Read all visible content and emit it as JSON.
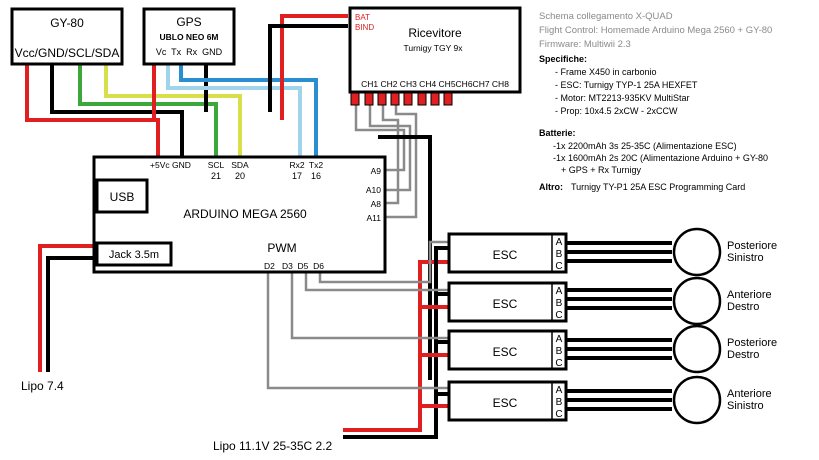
{
  "modules": {
    "gy80": {
      "title": "GY-80",
      "pins": "Vcc/GND/SCL/SDA"
    },
    "gps": {
      "title": "GPS",
      "model": "UBLO NEO 6M",
      "pins": "Vc  Tx  Rx  GND"
    },
    "receiver": {
      "bat": "BAT",
      "bind": "BIND",
      "title": "Ricevitore",
      "model": "Turnigy TGY 9x",
      "channels": "CH1 CH2 CH3 CH4 CH5CH6CH7 CH8"
    },
    "arduino": {
      "title": "ARDUINO MEGA 2560",
      "usb": "USB",
      "jack": "Jack 3.5m",
      "pwm": "PWM",
      "pwm_pins": "D2   D3  D5  D6",
      "power_pins": "+5Vc GND",
      "scl": "SCL",
      "sda": "SDA",
      "scl_num": "21",
      "sda_num": "20",
      "rx2": "Rx2",
      "tx2": "Tx2",
      "rx2_num": "17",
      "tx2_num": "16",
      "a9": "A9",
      "a10": "A10",
      "a8": "A8",
      "a11": "A11"
    }
  },
  "escs": [
    {
      "label": "ESC",
      "a": "A",
      "b": "B",
      "c": "C",
      "motor": "Posteriore\nSinistro"
    },
    {
      "label": "ESC",
      "a": "A",
      "b": "B",
      "c": "C",
      "motor": "Anteriore\nDestro"
    },
    {
      "label": "ESC",
      "a": "A",
      "b": "B",
      "c": "C",
      "motor": "Posteriore\nDestro"
    },
    {
      "label": "ESC",
      "a": "A",
      "b": "B",
      "c": "C",
      "motor": "Anteriore\nSinistro"
    }
  ],
  "motor_labels": [
    [
      "Posteriore",
      "Sinistro"
    ],
    [
      "Anteriore",
      "Destro"
    ],
    [
      "Posteriore",
      "Destro"
    ],
    [
      "Anteriore",
      "Sinistro"
    ]
  ],
  "batteries_labels": {
    "lipo_small": "Lipo 7.4",
    "lipo_main": "Lipo 11.1V 25-35C 2.2"
  },
  "notes": {
    "header": [
      "Schema collegamento X-QUAD",
      "Flight Control: Homemade Arduino Mega 2560 + GY-80",
      "Firmware: Multiwii 2.3"
    ],
    "spec_title": "Specifiche:",
    "specs": [
      "- Frame X450 in carbonio",
      "- ESC: Turnigy TYP-1 25A HEXFET",
      "- Motor: MT2213-935KV MultiStar",
      "- Prop: 10x4.5 2xCW - 2xCCW"
    ],
    "batt_title": "Batterie:",
    "batteries": [
      "-1x 2200mAh 3s 25-35C (Alimentazione ESC)",
      "-1x 1600mAh 2s 20C (Alimentazione Arduino + GY-80",
      "+ GPS + Rx Turnigy"
    ],
    "altro_label": "Altro:",
    "altro_text": "Turnigy TY-P1 25A ESC Programming Card"
  },
  "colors": {
    "power": "#e02020",
    "ground": "#000000",
    "green": "#3ca83c",
    "yellow": "#d8df4a",
    "lightblue": "#9fd4ea",
    "blue": "#2a8fd0",
    "signal": "#8a8a8a"
  }
}
